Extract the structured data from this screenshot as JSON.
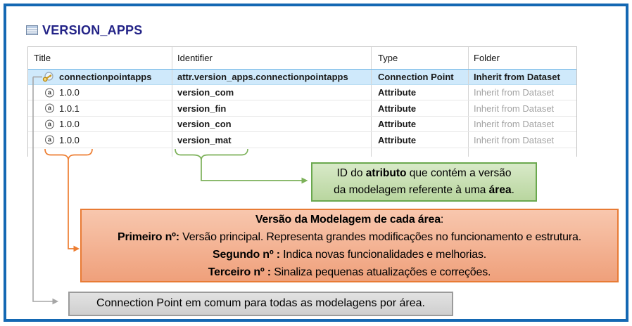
{
  "header": {
    "title": "VERSION_APPS"
  },
  "table": {
    "columns": [
      "Title",
      "Identifier",
      "Type",
      "Folder"
    ],
    "rows": [
      {
        "title": "connectionpointapps",
        "identifier": "attr.version_apps.connectionpointapps",
        "type": "Connection Point",
        "folder": "Inherit from Dataset",
        "selected": true,
        "icon": "connection-point-key"
      },
      {
        "title": "1.0.0",
        "identifier": "version_com",
        "type": "Attribute",
        "folder": "Inherit from Dataset",
        "icon": "attribute-a"
      },
      {
        "title": "1.0.1",
        "identifier": "version_fin",
        "type": "Attribute",
        "folder": "Inherit from Dataset",
        "icon": "attribute-a"
      },
      {
        "title": "1.0.0",
        "identifier": "version_con",
        "type": "Attribute",
        "folder": "Inherit from Dataset",
        "icon": "attribute-a"
      },
      {
        "title": "1.0.0",
        "identifier": "version_mat",
        "type": "Attribute",
        "folder": "Inherit from Dataset",
        "icon": "attribute-a"
      }
    ]
  },
  "icons": {
    "attribute_glyph": "a"
  },
  "notes": {
    "green": {
      "lines": [
        [
          {
            "t": "ID do "
          },
          {
            "t": "atributo",
            "b": true
          },
          {
            "t": " que contém a versão"
          }
        ],
        [
          {
            "t": "da modelagem referente à uma "
          },
          {
            "t": "área",
            "b": true
          },
          {
            "t": "."
          }
        ]
      ]
    },
    "orange": {
      "lines": [
        [
          {
            "t": "Versão da Modelagem de cada área",
            "b": true
          },
          {
            "t": ":"
          }
        ],
        [
          {
            "t": "Primeiro nº:",
            "b": true
          },
          {
            "t": " Versão principal. Representa grandes modificações no funcionamento e estrutura."
          }
        ],
        [
          {
            "t": "Segundo nº :",
            "b": true
          },
          {
            "t": " Indica novas funcionalidades e melhorias."
          }
        ],
        [
          {
            "t": "Terceiro nº :",
            "b": true
          },
          {
            "t": " Sinaliza pequenas atualizações e correções."
          }
        ]
      ]
    },
    "gray": {
      "lines": [
        [
          {
            "t": "Connection Point em comum para todas as modelagens por área."
          }
        ]
      ]
    }
  },
  "colors": {
    "frame_blue": "#1468b3",
    "title_navy": "#232387",
    "selection_blue": "#cfe9fb",
    "accent_orange": "#ED7D31",
    "accent_green": "#7cb159",
    "accent_gray": "#a6a6a6",
    "note_green_fill": "#c9dfb4",
    "note_orange_fill": "#f4b497",
    "note_gray_fill": "#d9d9d9"
  }
}
